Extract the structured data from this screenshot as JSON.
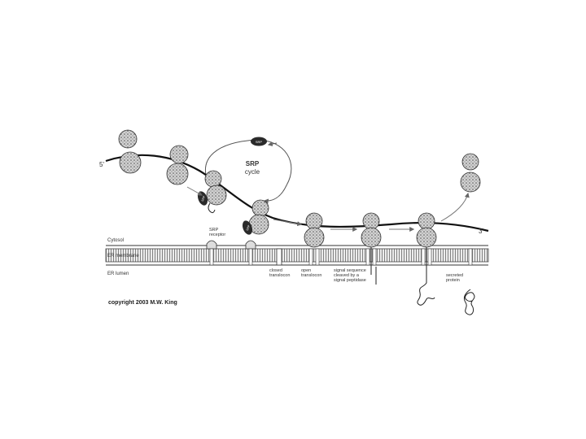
{
  "labels": {
    "five_prime": "5'",
    "three_prime": "3'",
    "srp_cycle_line1": "SRP",
    "srp_cycle_line2": "cycle",
    "srp": "SRP",
    "cytosol": "Cytosol",
    "er_membrane": "ER membrane",
    "er_lumen": "ER lumen",
    "srp_receptor_line1": "SRP",
    "srp_receptor_line2": "receptor",
    "closed_translocon_line1": "closed",
    "closed_translocon_line2": "translocon",
    "open_translocon_line1": "open",
    "open_translocon_line2": "translocon",
    "signal_seq_line1": "signal sequence",
    "signal_seq_line2": "cleaved by a",
    "signal_seq_line3": "signal peptidase",
    "secreted_line1": "secreted",
    "secreted_line2": "protein",
    "copyright": "copyright 2003 M.W. King"
  },
  "colors": {
    "ink": "#222222",
    "ribosome_fill": "#bdbdbd",
    "membrane_fill": "#e6e6e6",
    "srp_fill": "#2a2a2a"
  }
}
